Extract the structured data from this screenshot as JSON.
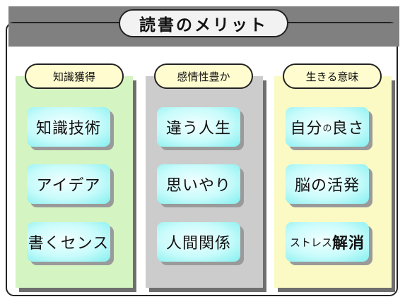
{
  "title": "読書のメリット",
  "colors": {
    "band": "#808080",
    "label_fill": "#fffdd0",
    "tile_fill": "#c8fbfb",
    "col1_fill": "#d4f4c2",
    "col2_fill": "#cccccc",
    "col3_fill": "#fbfac4"
  },
  "columns": [
    {
      "label": "知識獲得",
      "items": [
        "知識技術",
        "アイデア",
        "書くセンス"
      ]
    },
    {
      "label": "感情性豊か",
      "items": [
        "違う人生",
        "思いやり",
        "人間関係"
      ]
    },
    {
      "label": "生きる意味",
      "items": [
        "自分の良さ",
        "脳の活発",
        "ストレス解消"
      ],
      "item1_parts": [
        "自分",
        "の",
        "良さ"
      ],
      "item3_parts": [
        "ストレス",
        "解消"
      ]
    }
  ]
}
